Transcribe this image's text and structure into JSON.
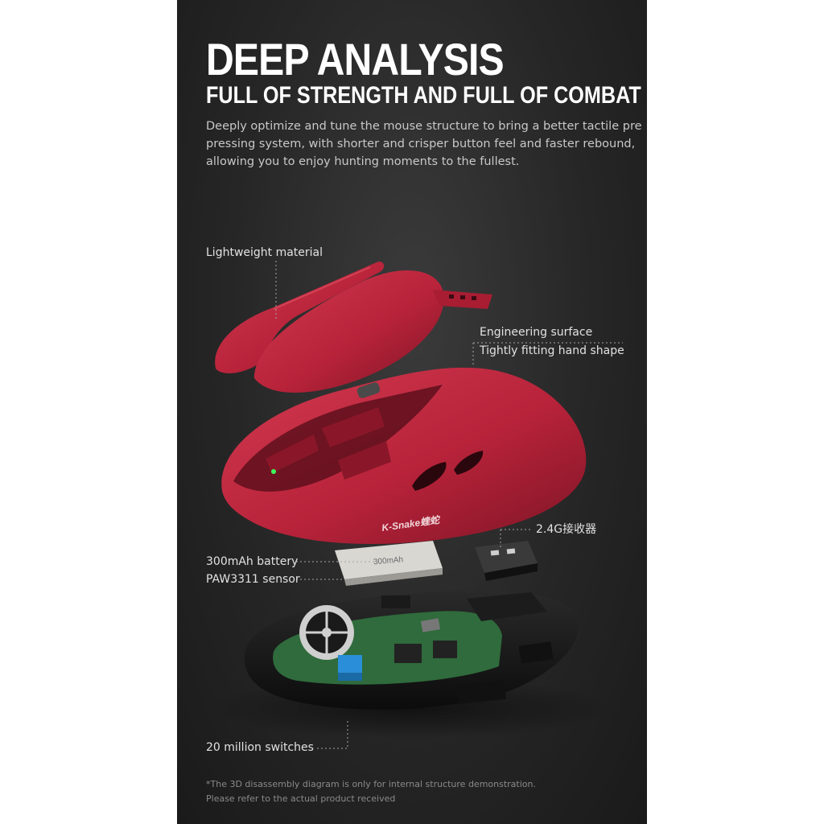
{
  "headline": "DEEP ANALYSIS",
  "subheadline": "FULL OF STRENGTH AND FULL OF COMBAT POWER",
  "intro_lines": [
    "Deeply optimize and tune the mouse structure to bring a better tactile pre",
    "pressing system, with shorter and crisper button feel and faster rebound,",
    "allowing you to enjoy hunting moments to the fullest."
  ],
  "callouts": {
    "lightweight": "Lightweight material",
    "engineering": "Engineering surface",
    "hand_shape": "Tightly fitting hand shape",
    "receiver": "2.4G接收器",
    "battery": "300mAh battery",
    "sensor": "PAW3311 sensor",
    "switches": "20 million switches"
  },
  "brand_mark": "K-Snake蝰蛇",
  "battery_print": "300mAh",
  "footnote_lines": [
    "*The 3D disassembly diagram is only for internal structure demonstration.",
    "Please refer to the actual product received"
  ],
  "colors": {
    "shell": "#b8233a",
    "shell_dark": "#7e1425",
    "board": "#2f6b3c",
    "switch_blue": "#2a8fd8"
  }
}
